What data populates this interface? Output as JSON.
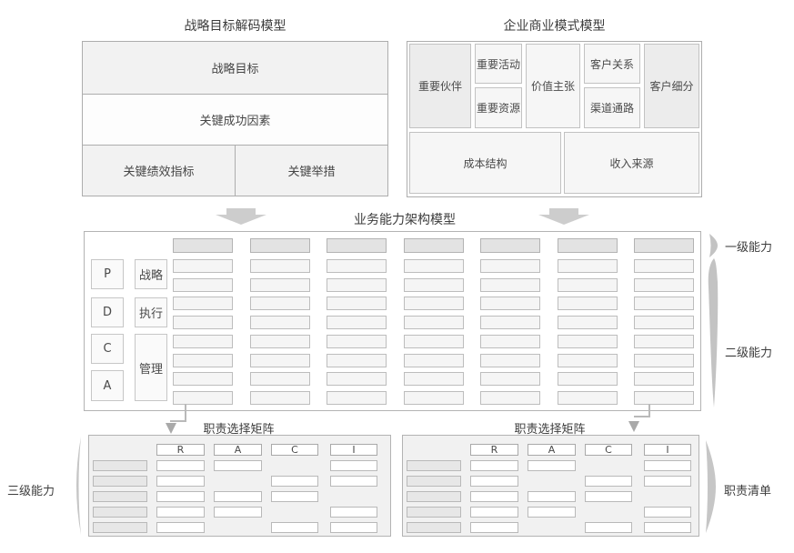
{
  "strategy_model": {
    "title": "战略目标解码模型",
    "goal": "战略目标",
    "critical_success_factors": "关键成功因素",
    "kpi": "关键绩效指标",
    "key_initiatives": "关键举措"
  },
  "business_model": {
    "title": "企业商业模式模型",
    "key_partners": "重要伙伴",
    "key_activities": "重要活动",
    "key_resources": "重要资源",
    "value_proposition": "价值主张",
    "customer_relationships": "客户关系",
    "channels": "渠道通路",
    "customer_segments": "客户细分",
    "cost_structure": "成本结构",
    "revenue_streams": "收入来源"
  },
  "capability_model": {
    "title": "业务能力架构模型",
    "pdca": [
      "P",
      "D",
      "C",
      "A"
    ],
    "phases": [
      "战略",
      "执行",
      "管理"
    ],
    "grid": {
      "columns": 7,
      "header_rows": 1,
      "body_rows": 8
    },
    "level1_label": "一级能力",
    "level2_label": "二级能力"
  },
  "raci_left": {
    "title": "职责选择矩阵",
    "headers": [
      "R",
      "A",
      "C",
      "I"
    ],
    "rows": [
      [
        "R",
        "A",
        "I"
      ],
      [
        "R",
        "C",
        "I"
      ],
      [
        "R",
        "A",
        "C"
      ],
      [
        "R",
        "A",
        "I"
      ],
      [
        "R",
        "C",
        "I"
      ]
    ]
  },
  "raci_right": {
    "title": "职责选择矩阵",
    "headers": [
      "R",
      "A",
      "C",
      "I"
    ],
    "rows": [
      [
        "R",
        "A",
        "I"
      ],
      [
        "R",
        "C",
        "I"
      ],
      [
        "R",
        "A",
        "C"
      ],
      [
        "R",
        "A",
        "I"
      ],
      [
        "R",
        "C",
        "I"
      ]
    ]
  },
  "side_labels": {
    "level3": "三级能力",
    "duty_list": "职责清单"
  },
  "colors": {
    "header_fill": "#e3e3e3",
    "row_fill": "#f5f5f5",
    "panel_fill": "#f2f2f2",
    "dark_cell_fill": "#ececec",
    "border": "#adadad",
    "arrow": "#cdcdcd",
    "text": "#3c3c3c"
  }
}
